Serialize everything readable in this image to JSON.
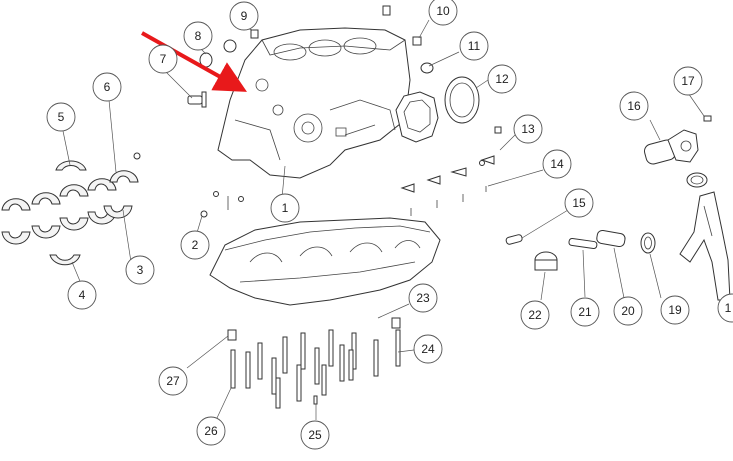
{
  "accent_color": "#e8191b",
  "callouts": [
    {
      "num": "1"
    },
    {
      "num": "2"
    },
    {
      "num": "3"
    },
    {
      "num": "4"
    },
    {
      "num": "5"
    },
    {
      "num": "6"
    },
    {
      "num": "7"
    },
    {
      "num": "8"
    },
    {
      "num": "9"
    },
    {
      "num": "10"
    },
    {
      "num": "11"
    },
    {
      "num": "12"
    },
    {
      "num": "13"
    },
    {
      "num": "14"
    },
    {
      "num": "15"
    },
    {
      "num": "16"
    },
    {
      "num": "17"
    },
    {
      "num": "19"
    },
    {
      "num": "20"
    },
    {
      "num": "21"
    },
    {
      "num": "22"
    },
    {
      "num": "23"
    },
    {
      "num": "24"
    },
    {
      "num": "25"
    },
    {
      "num": "26"
    },
    {
      "num": "27"
    },
    {
      "num": "1"
    }
  ]
}
